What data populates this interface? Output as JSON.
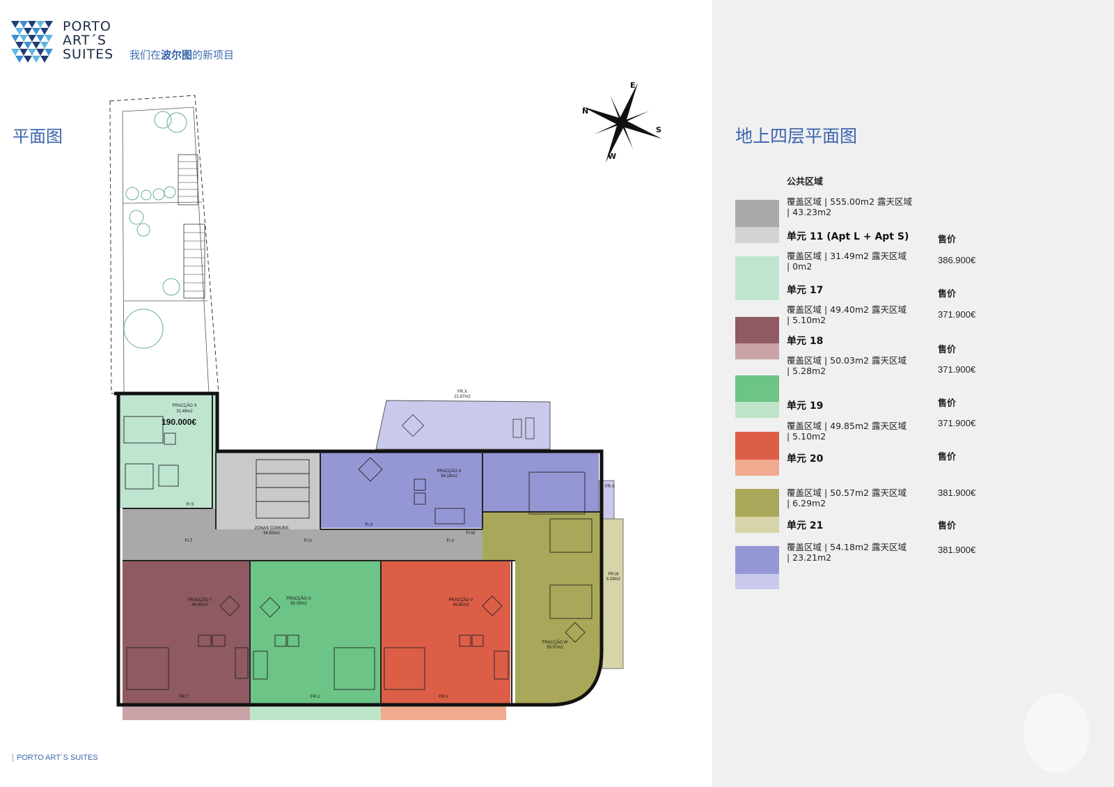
{
  "header": {
    "brand_line1": "PORTO",
    "brand_line2": "ART´S",
    "brand_line3": "SUITES",
    "tagline_a": "我们在",
    "tagline_b": "波尔图",
    "tagline_c": "的新项目"
  },
  "page_title": "平面图",
  "footer": "PORTO ART´S SUITES",
  "compass": {
    "n": "N",
    "e": "E",
    "s": "S",
    "w": "W"
  },
  "plan_labels": {
    "price_tag": "190.000€",
    "fraccao_s": "FRACÇÃO S",
    "area_s": "31.49m2",
    "frac_x": "FRACÇÃO X",
    "area_x": "54.18m2",
    "frx_terrace": "FR.X",
    "frx_area": "21.87m2",
    "frx_side": "FR.X",
    "zonas": "ZONAS COMUNS",
    "zonas_area": "54.82m2",
    "fr_t": "Fr.T",
    "fr_u": "Fr.U",
    "fr_v": "Fr.V",
    "fr_w": "Fr.W",
    "fr_s": "Fr.S",
    "fr_x_small": "Fr.X",
    "frac_t": "FRACÇÃO T",
    "area_t": "49.40m2",
    "frac_u": "FRACÇÃO U",
    "area_u": "50.03m2",
    "frac_v": "FRACÇÃO V",
    "area_v": "49.85m2",
    "frac_w": "FRACÇÃO W",
    "area_w": "50.57m2",
    "frw_side": "FR.W",
    "frw_area": "6.29m2",
    "fr_t_bottom": "FR.T",
    "fr_u_bottom": "FR.U",
    "fr_v_bottom": "FR.V"
  },
  "legend": {
    "title": "地上四层平面图",
    "common_label": "公共区域",
    "price_label": "售价",
    "common_desc": "覆盖区域 | 555.00m2 露天区域 | 43.23m2",
    "items": [
      {
        "unit": "单元 11 (Apt L + Apt S)",
        "desc": "覆盖区域 | 31.49m2 露天区域 | 0m2",
        "price": "386.900€"
      },
      {
        "unit": "单元 17",
        "desc": "覆盖区域 | 49.40m2 露天区域 | 5.10m2",
        "price": "371.900€"
      },
      {
        "unit": "单元 18",
        "desc": "覆盖区域 | 50.03m2 露天区域 | 5.28m2",
        "price": "371.900€"
      },
      {
        "unit": "单元 19",
        "desc": "覆盖区域 | 49.85m2 露天区域 | 5.10m2",
        "price": "371.900€"
      },
      {
        "unit": "单元 20",
        "desc": "覆盖区域 | 50.57m2 露天区域 | 6.29m2",
        "price": "381.900€"
      },
      {
        "unit": "单元 21",
        "desc": "覆盖区域 | 54.18m2 露天区域 | 23.21m2",
        "price": "381.900€"
      }
    ]
  },
  "colors": {
    "common_main": "#a9a9a9",
    "common_light": "#d3d3d3",
    "mint_main": "#bfe5d1",
    "maroon_main": "#8f5a62",
    "maroon_light": "#c9a3a8",
    "green_main": "#6cc486",
    "green_light": "#bfe5c8",
    "red_main": "#dc5e47",
    "red_light": "#f0aa8f",
    "olive_main": "#a9a85a",
    "olive_light": "#d6d4a8",
    "blue_main": "#9497d4",
    "blue_light": "#c8c9eb",
    "accent_blue": "#3a65ad"
  }
}
